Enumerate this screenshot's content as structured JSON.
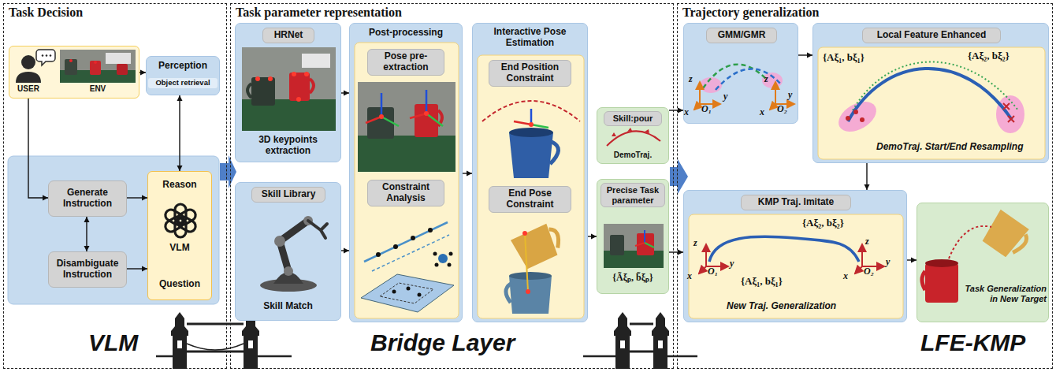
{
  "diagram": {
    "nodes": [
      {
        "text": [
          "Task Decision"
        ]
      },
      {
        "text": [
          "USER",
          "ENV"
        ],
        "in": 0
      },
      {
        "text": [
          "Perception",
          "Object retrieval"
        ],
        "in": 0
      },
      {
        "text": [
          "Generate Instruction"
        ],
        "in": 0
      },
      {
        "text": [
          "Disambiguate Instruction"
        ],
        "in": 0
      },
      {
        "text": [
          "Reason",
          "VLM",
          "Question"
        ],
        "in": 0
      },
      {
        "text": [
          "Task parameter representation"
        ]
      },
      {
        "text": [
          "HRNet",
          "3D keypoints extraction"
        ],
        "in": 6
      },
      {
        "text": [
          "Skill Library",
          "Skill Match"
        ],
        "in": 6
      },
      {
        "text": [
          "Post-processing",
          "Pose pre-extraction",
          "Constraint Analysis"
        ],
        "in": 6
      },
      {
        "text": [
          "Interactive Pose Estimation",
          "End Position Constraint",
          "End Pose Constraint"
        ],
        "in": 6
      },
      {
        "text": [
          "Skill:pour",
          "DemoTraj."
        ],
        "in": 6
      },
      {
        "text": [
          "Precise Task parameter",
          "{Ãξₚ, b̃ξₚ}"
        ],
        "in": 6
      },
      {
        "text": [
          "Trajectory generalization"
        ]
      },
      {
        "text": [
          "GMM/GMR"
        ],
        "in": 13
      },
      {
        "text": [
          "Local Feature Enhanced",
          "{Aξ₂, bξ₂}",
          "{Aξ₁, bξ₁}",
          "DemoTraj. Start/End Resampling"
        ],
        "in": 13
      },
      {
        "text": [
          "KMP Traj. Imitate",
          "{Aξ₂, bξ₂}",
          "{Aξ₁, bξ₁}",
          "New Traj. Generalization"
        ],
        "in": 13
      },
      {
        "text": [
          "Task Generalization in New Target"
        ],
        "in": 13
      }
    ],
    "edges": [
      {
        "from": 1,
        "to": 2,
        "arrow": "to"
      },
      {
        "from": 2,
        "to": 5,
        "arrow": "both"
      },
      {
        "from": 1,
        "to": 3,
        "arrow": "to"
      },
      {
        "from": 3,
        "to": 4,
        "arrow": "both"
      },
      {
        "from": 3,
        "to": 5,
        "arrow": "to"
      },
      {
        "from": 4,
        "to": 5,
        "arrow": "to"
      },
      {
        "from": 7,
        "to": 9,
        "arrow": "to"
      },
      {
        "from": 8,
        "to": 9,
        "arrow": "to"
      },
      {
        "from": 9,
        "to": 10,
        "arrow": "to"
      },
      {
        "from": 10,
        "to": 12,
        "arrow": "to"
      },
      {
        "from": 11,
        "to": 14,
        "arrow": "to"
      },
      {
        "from": 12,
        "to": 16,
        "arrow": "to"
      },
      {
        "from": 14,
        "to": 15,
        "arrow": "to"
      },
      {
        "from": 15,
        "to": 16,
        "arrow": "to"
      },
      {
        "from": 16,
        "to": 17,
        "arrow": "to"
      }
    ],
    "labels": [
      "VLM",
      "Bridge Layer",
      "LFE-KMP",
      "z",
      "y",
      "x",
      "O₁",
      "z",
      "y",
      "x",
      "O₂",
      "z",
      "y",
      "x",
      "O₁",
      "z",
      "y",
      "x",
      "O₂"
    ]
  }
}
